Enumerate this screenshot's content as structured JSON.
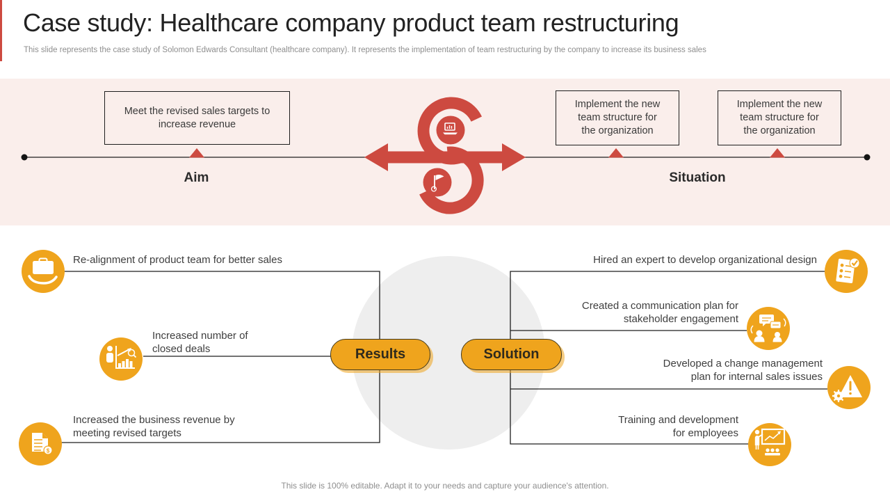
{
  "colors": {
    "accent_red": "#cd4a40",
    "accent_yellow": "#efa41d",
    "band_background": "#faeeeb",
    "center_circle_gray": "#eeeeee",
    "line_black": "#1d1d1d"
  },
  "header": {
    "title": "Case study: Healthcare company product team restructuring",
    "subtitle": "This slide represents the case study of Solomon Edwards Consultant (healthcare company). It represents the implementation of team restructuring by the company to increase its business sales"
  },
  "timeline": {
    "aim_label": "Aim",
    "situation_label": "Situation",
    "boxes": [
      {
        "text": "Meet the revised sales targets to\nincrease revenue"
      },
      {
        "text": "Implement the new\nteam structure for\nthe organization"
      },
      {
        "text": "Implement the new\nteam structure for\nthe organization"
      }
    ],
    "center_icons": [
      {
        "icon": "laptop-analytics-icon"
      },
      {
        "icon": "milestone-flag-icon"
      }
    ]
  },
  "results": {
    "button_label": "Results",
    "items": [
      {
        "text": "Re-alignment of product team for better sales",
        "icon": "hand-briefcase-icon"
      },
      {
        "text": "Increased number of\nclosed deals",
        "icon": "growth-chart-icon"
      },
      {
        "text": "Increased the business revenue by\nmeeting revised targets",
        "icon": "revenue-document-icon"
      }
    ]
  },
  "solution": {
    "button_label": "Solution",
    "items": [
      {
        "text": "Hired an expert to develop organizational design",
        "icon": "checklist-clipboard-icon"
      },
      {
        "text": "Created a communication plan for\nstakeholder engagement",
        "icon": "communication-people-icon"
      },
      {
        "text": "Developed a change management\nplan for internal sales issues",
        "icon": "risk-warning-gear-icon"
      },
      {
        "text": "Training and development\nfor employees",
        "icon": "training-presentation-icon"
      }
    ]
  },
  "footer": {
    "note": "This slide is 100% editable. Adapt it to your needs and capture your audience's attention."
  }
}
